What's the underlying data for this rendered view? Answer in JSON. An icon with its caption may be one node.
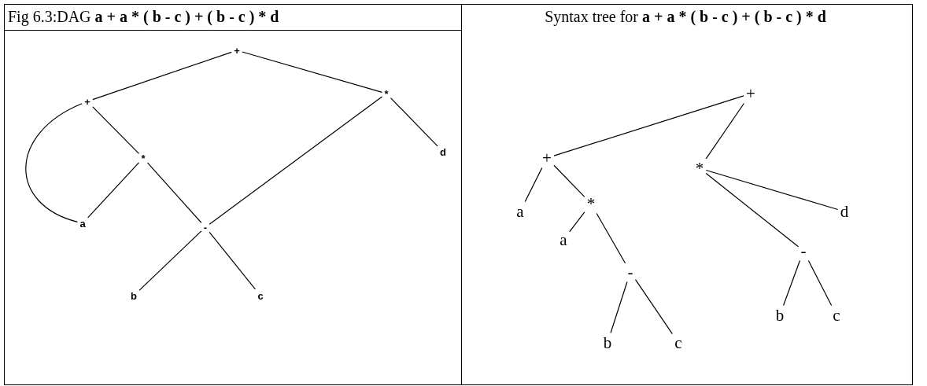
{
  "diagram": {
    "nodes": [
      {
        "text": [
          "Fig 6.3:DAG",
          "a + a * ( b - c ) + ( b - c ) * d"
        ]
      },
      {
        "text": [
          "+"
        ],
        "in": 0
      },
      {
        "text": [
          "+"
        ],
        "in": 0
      },
      {
        "text": [
          "*"
        ],
        "in": 0
      },
      {
        "text": [
          "*"
        ],
        "in": 0
      },
      {
        "text": [
          "d"
        ],
        "in": 0
      },
      {
        "text": [
          "a"
        ],
        "in": 0
      },
      {
        "text": [
          "-"
        ],
        "in": 0
      },
      {
        "text": [
          "b"
        ],
        "in": 0
      },
      {
        "text": [
          "c"
        ],
        "in": 0
      },
      {
        "text": [
          "Syntax tree for",
          "a + a * ( b - c ) + ( b - c ) * d"
        ]
      },
      {
        "text": [
          "+"
        ],
        "in": 10
      },
      {
        "text": [
          "+"
        ],
        "in": 10
      },
      {
        "text": [
          "*"
        ],
        "in": 10
      },
      {
        "text": [
          "a"
        ],
        "in": 10
      },
      {
        "text": [
          "*"
        ],
        "in": 10
      },
      {
        "text": [
          "d"
        ],
        "in": 10
      },
      {
        "text": [
          "a"
        ],
        "in": 10
      },
      {
        "text": [
          "-"
        ],
        "in": 10
      },
      {
        "text": [
          "-"
        ],
        "in": 10
      },
      {
        "text": [
          "b"
        ],
        "in": 10
      },
      {
        "text": [
          "c"
        ],
        "in": 10
      },
      {
        "text": [
          "b"
        ],
        "in": 10
      },
      {
        "text": [
          "c"
        ],
        "in": 10
      }
    ],
    "edges": [
      {
        "from": 1,
        "to": 2,
        "arrow": "none"
      },
      {
        "from": 1,
        "to": 3,
        "arrow": "none"
      },
      {
        "from": 2,
        "to": 4,
        "arrow": "none"
      },
      {
        "from": 2,
        "to": 6,
        "arrow": "none"
      },
      {
        "from": 3,
        "to": 7,
        "arrow": "none"
      },
      {
        "from": 3,
        "to": 5,
        "arrow": "none"
      },
      {
        "from": 4,
        "to": 6,
        "arrow": "none"
      },
      {
        "from": 4,
        "to": 7,
        "arrow": "none"
      },
      {
        "from": 7,
        "to": 8,
        "arrow": "none"
      },
      {
        "from": 7,
        "to": 9,
        "arrow": "none"
      },
      {
        "from": 11,
        "to": 12,
        "arrow": "none"
      },
      {
        "from": 11,
        "to": 13,
        "arrow": "none"
      },
      {
        "from": 12,
        "to": 14,
        "arrow": "none"
      },
      {
        "from": 12,
        "to": 15,
        "arrow": "none"
      },
      {
        "from": 13,
        "to": 18,
        "arrow": "none"
      },
      {
        "from": 13,
        "to": 16,
        "arrow": "none"
      },
      {
        "from": 15,
        "to": 17,
        "arrow": "none"
      },
      {
        "from": 15,
        "to": 19,
        "arrow": "none"
      },
      {
        "from": 18,
        "to": 20,
        "arrow": "none"
      },
      {
        "from": 18,
        "to": 21,
        "arrow": "none"
      },
      {
        "from": 19,
        "to": 22,
        "arrow": "none"
      },
      {
        "from": 19,
        "to": 23,
        "arrow": "none"
      }
    ]
  }
}
